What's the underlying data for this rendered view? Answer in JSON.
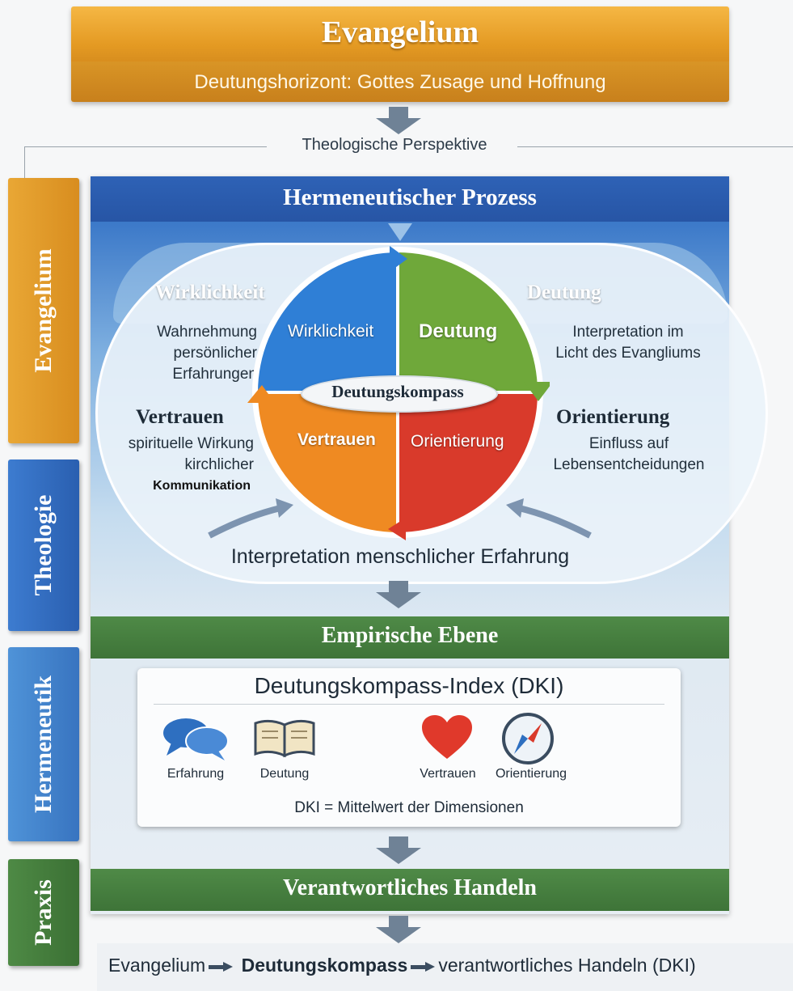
{
  "top": {
    "title": "Evangelium",
    "subtitle": "Deutungshorizont: Gottes Zusage und Hoffnung"
  },
  "perspective_label": "Theologische Perspektive",
  "side_tabs": [
    "Evangelium",
    "Theologie",
    "Hermeneutik",
    "Praxis"
  ],
  "hermeneutic": {
    "title": "Hermeneutischer Prozess",
    "wirklichkeit": {
      "head": "Wirklichkeit",
      "line1": "Wahrnehmung",
      "line2": "persönlicher",
      "line3": "Erfahrungen"
    },
    "deutung": {
      "head": "Deutung",
      "line1": "Interpretation im",
      "line2": "Licht des Evangliums"
    },
    "vertrauen": {
      "head": "Vertrauen",
      "line1": "spirituelle Wirkung",
      "line2": "kirchlicher",
      "line3": "Kommunikation"
    },
    "orientierung": {
      "head": "Orientierung",
      "line1": "Einfluss auf",
      "line2": "Lebensentcheidungen"
    },
    "compass": {
      "center": "Deutungskompass",
      "q_wirklichkeit": "Wirklichkeit",
      "q_deutung": "Deutung",
      "q_vertrauen": "Vertrauen",
      "q_orientierung": "Orientierung",
      "colors": {
        "wirklichkeit": "#2f7fd6",
        "deutung": "#6fa83a",
        "vertrauen": "#ef8a22",
        "orientierung": "#d93a2b"
      }
    },
    "interpretation": "Interpretation menschlicher Erfahrung"
  },
  "empirical": {
    "title": "Empirische Ebene",
    "dki_title": "Deutungskompass-Index (DKI)",
    "items": [
      {
        "label": "Erfahrung",
        "icon": "speech-bubbles-icon"
      },
      {
        "label": "Deutung",
        "icon": "open-book-icon"
      },
      {
        "label": "Vertrauen",
        "icon": "heart-icon"
      },
      {
        "label": "Orientierung",
        "icon": "compass-icon"
      }
    ],
    "formula": "DKI = Mittelwert der Dimensionen"
  },
  "praxis": {
    "title": "Verantwortliches Handeln"
  },
  "bottom": {
    "part1": "Evangelium",
    "part2": "Deutungskompass",
    "part3": "verantwortliches Handeln (DKI)"
  }
}
